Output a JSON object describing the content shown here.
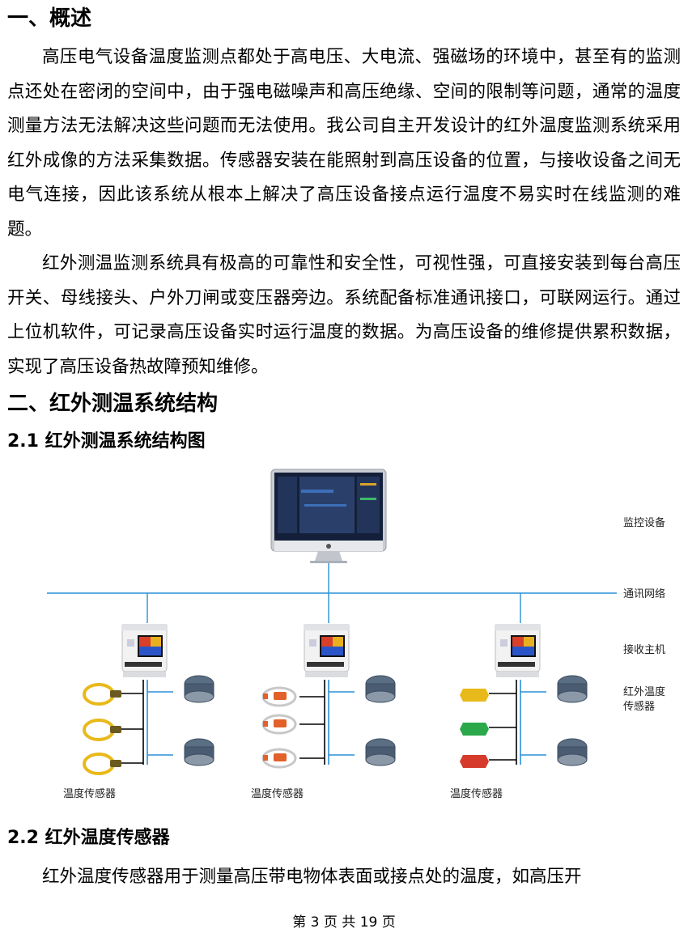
{
  "sections": {
    "s1_title": "一、概述",
    "s1_p1": "高压电气设备温度监测点都处于高电压、大电流、强磁场的环境中，甚至有的监测点还处在密闭的空间中，由于强电磁噪声和高压绝缘、空间的限制等问题，通常的温度测量方法无法解决这些问题而无法使用。我公司自主开发设计的红外温度监测系统采用红外成像的方法采集数据。传感器安装在能照射到高压设备的位置，与接收设备之间无电气连接，因此该系统从根本上解决了高压设备接点运行温度不易实时在线监测的难题。",
    "s1_p2": "红外测温监测系统具有极高的可靠性和安全性，可视性强，可直接安装到每台高压开关、母线接头、户外刀闸或变压器旁边。系统配备标准通讯接口，可联网运行。通过上位机软件，可记录高压设备实时运行温度的数据。为高压设备的维修提供累积数据，实现了高压设备热故障预知维修。",
    "s2_title": "二、红外测温系统结构",
    "s21_title": "2.1  红外测温系统结构图",
    "s22_title": "2.2 红外温度传感器",
    "s22_p1": "红外温度传感器用于测量高压带电物体表面或接点处的温度，如高压开"
  },
  "diagram": {
    "label_monitor": "监控设备",
    "label_network": "通讯网络",
    "label_host": "接收主机",
    "label_ir_line1": "红外温度",
    "label_ir_line2": "传感器",
    "label_temp_1": "温度传感器",
    "label_temp_2": "温度传感器",
    "label_temp_3": "温度传感器",
    "colors": {
      "line": "#2a8fd6",
      "sensor_yellow": "#e8b91a",
      "sensor_orange": "#e2602a",
      "sensor_green": "#2aa84a",
      "sensor_red": "#d63a2a",
      "ir_sensor": "#5a6e84"
    }
  },
  "footer": {
    "page": "第 3 页 共 19 页"
  }
}
